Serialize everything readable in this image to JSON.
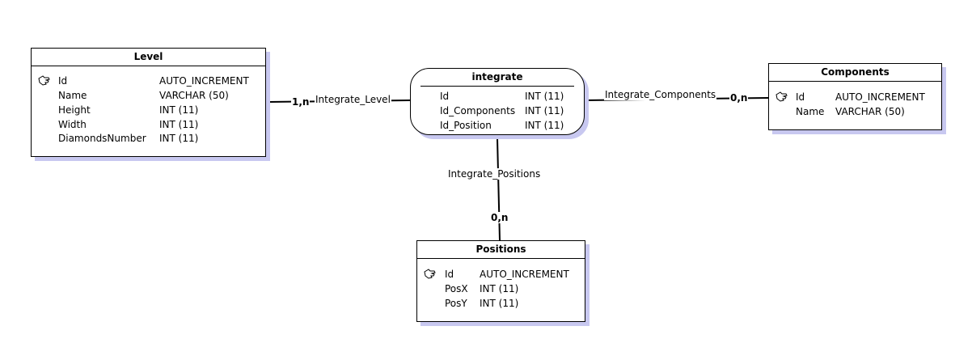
{
  "entities": {
    "level": {
      "title": "Level",
      "fields": [
        {
          "name": "Id",
          "type": "AUTO_INCREMENT",
          "key": true
        },
        {
          "name": "Name",
          "type": "VARCHAR (50)"
        },
        {
          "name": "Height",
          "type": "INT (11)"
        },
        {
          "name": "Width",
          "type": "INT (11)"
        },
        {
          "name": "DiamondsNumber",
          "type": "INT (11)"
        }
      ]
    },
    "components": {
      "title": "Components",
      "fields": [
        {
          "name": "Id",
          "type": "AUTO_INCREMENT",
          "key": true
        },
        {
          "name": "Name",
          "type": "VARCHAR (50)"
        }
      ]
    },
    "positions": {
      "title": "Positions",
      "fields": [
        {
          "name": "Id",
          "type": "AUTO_INCREMENT",
          "key": true
        },
        {
          "name": "PosX",
          "type": "INT (11)"
        },
        {
          "name": "PosY",
          "type": "INT (11)"
        }
      ]
    }
  },
  "relation": {
    "title": "integrate",
    "fields": [
      {
        "name": "Id",
        "type": "INT (11)"
      },
      {
        "name": "Id_Components",
        "type": "INT (11)"
      },
      {
        "name": "Id_Position",
        "type": "INT (11)"
      }
    ]
  },
  "links": {
    "level": {
      "label": "Integrate_Level",
      "cardinality": "1,n"
    },
    "components": {
      "label": "Integrate_Components",
      "cardinality": "0,n"
    },
    "positions": {
      "label": "Integrate_Positions",
      "cardinality": "0,n"
    }
  },
  "colors": {
    "shadow": "#c8c8f0",
    "line": "#000000"
  },
  "icons": {
    "primary_key": "hand-pointer-icon"
  }
}
